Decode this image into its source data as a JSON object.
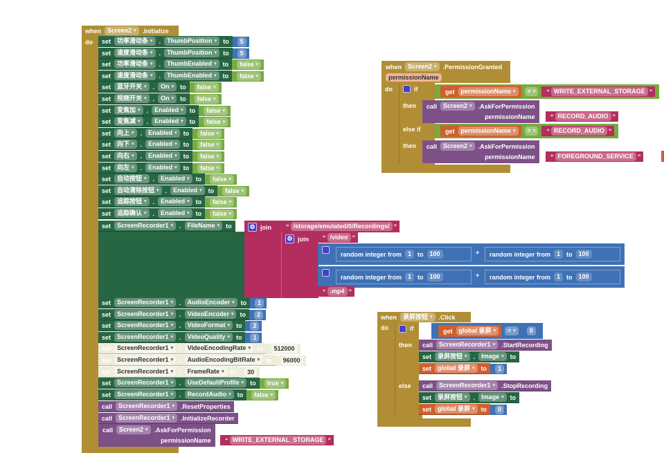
{
  "labels": {
    "when": "when",
    "do": "do",
    "set": "set",
    "to": "to",
    "dot": ".",
    "call": "call",
    "get": "get",
    "if": "if",
    "then": "then",
    "else": "else",
    "else_if": "else if",
    "join": "join",
    "random": "random integer from",
    "plus": "+",
    "eq": "=",
    "lq": "“",
    "rq": "”",
    "permission_name": "permissionName"
  },
  "init": {
    "component": "Screen2",
    "event": ".Initialize",
    "rows": [
      {
        "comp": "功率滑动条",
        "prop": "ThumbPosition",
        "value": "5",
        "type": "num"
      },
      {
        "comp": "速度滑动条",
        "prop": "ThumbPosition",
        "value": "5",
        "type": "num"
      },
      {
        "comp": "功率滑动条",
        "prop": "ThumbEnabled",
        "value": "false",
        "type": "bool"
      },
      {
        "comp": "速度滑动条",
        "prop": "ThumbEnabled",
        "value": "false",
        "type": "bool"
      },
      {
        "comp": "蓝牙开关",
        "prop": "On",
        "value": "false",
        "type": "bool"
      },
      {
        "comp": "视频开关",
        "prop": "On",
        "value": "false",
        "type": "bool"
      },
      {
        "comp": "变焦加",
        "prop": "Enabled",
        "value": "false",
        "type": "bool"
      },
      {
        "comp": "变焦减",
        "prop": "Enabled",
        "value": "false",
        "type": "bool"
      },
      {
        "comp": "向上",
        "prop": "Enabled",
        "value": "false",
        "type": "bool"
      },
      {
        "comp": "向下",
        "prop": "Enabled",
        "value": "false",
        "type": "bool"
      },
      {
        "comp": "向右",
        "prop": "Enabled",
        "value": "false",
        "type": "bool"
      },
      {
        "comp": "向左",
        "prop": "Enabled",
        "value": "false",
        "type": "bool"
      },
      {
        "comp": "自动按钮",
        "prop": "Enabled",
        "value": "false",
        "type": "bool"
      },
      {
        "comp": "自动清除按钮",
        "prop": "Enabled",
        "value": "false",
        "type": "bool"
      },
      {
        "comp": "追踪按钮",
        "prop": "Enabled",
        "value": "false",
        "type": "bool"
      },
      {
        "comp": "追踪确认",
        "prop": "Enabled",
        "value": "false",
        "type": "bool"
      }
    ],
    "filename": {
      "comp": "ScreenRecorder1",
      "prop": "FileName",
      "path": "/storage/emulated/0/Recordings/",
      "video": "/video",
      "rand": [
        {
          "from": "1",
          "to": "100"
        },
        {
          "from": "1",
          "to": "100"
        },
        {
          "from": "1",
          "to": "100"
        },
        {
          "from": "1",
          "to": "100"
        }
      ],
      "ext": ".mp4"
    },
    "rows2": [
      {
        "comp": "ScreenRecorder1",
        "prop": "AudioEncoder",
        "value": "1",
        "type": "num"
      },
      {
        "comp": "ScreenRecorder1",
        "prop": "VideoEncoder",
        "value": "2",
        "type": "num"
      },
      {
        "comp": "ScreenRecorder1",
        "prop": "VideoFormat",
        "value": "2",
        "type": "num"
      },
      {
        "comp": "ScreenRecorder1",
        "prop": "VideoQuality",
        "value": "1",
        "type": "num"
      },
      {
        "comp": "ScreenRecorder1",
        "prop": "VideoEncodingRate",
        "value": "512000",
        "type": "num",
        "disabled": true
      },
      {
        "comp": "ScreenRecorder1",
        "prop": "AudioEncodingBitRate",
        "value": "96000",
        "type": "num",
        "disabled": true
      },
      {
        "comp": "ScreenRecorder1",
        "prop": "FrameRate",
        "value": "30",
        "type": "num",
        "disabled": true
      },
      {
        "comp": "ScreenRecorder1",
        "prop": "UseDefaultProfile",
        "value": "true",
        "type": "bool"
      },
      {
        "comp": "ScreenRecorder1",
        "prop": "RecordAudio",
        "value": "false",
        "type": "bool"
      }
    ],
    "calls": [
      {
        "comp": "ScreenRecorder1",
        "method": ".ResetProperties"
      },
      {
        "comp": "ScreenRecorder1",
        "method": ".InitializeRecorder"
      },
      {
        "comp": "Screen2",
        "method": ".AskForPermission",
        "arg": "WRITE_EXTERNAL_STORAGE"
      }
    ]
  },
  "perm": {
    "component": "Screen2",
    "event": ".PermissionGranted",
    "cond1": {
      "var": "permissionName",
      "value": "WRITE_EXTERNAL_STORAGE"
    },
    "call1": {
      "comp": "Screen2",
      "method": ".AskForPermission",
      "arg": "RECORD_AUDIO"
    },
    "cond2": {
      "var": "permissionName",
      "value": "RECORD_AUDIO"
    },
    "call2": {
      "comp": "Screen2",
      "method": ".AskForPermission",
      "arg": "FOREGROUND_SERVICE"
    }
  },
  "click": {
    "component": "录屏按钮",
    "event": ".Click",
    "cond": {
      "var": "global 录屏",
      "value": "0"
    },
    "then_call": {
      "comp": "ScreenRecorder1",
      "method": ".StartRecording"
    },
    "then_set": {
      "comp": "录屏按钮",
      "prop": "Image",
      "value": "screen_recording2.png"
    },
    "then_var": {
      "var": "global 录屏",
      "value": "1"
    },
    "else_call": {
      "comp": "ScreenRecorder1",
      "method": ".StopRecording"
    },
    "else_set": {
      "comp": "录屏按钮",
      "prop": "Image",
      "value": "screen_recording1.png"
    },
    "else_var": {
      "var": "global 录屏",
      "value": "0"
    }
  }
}
